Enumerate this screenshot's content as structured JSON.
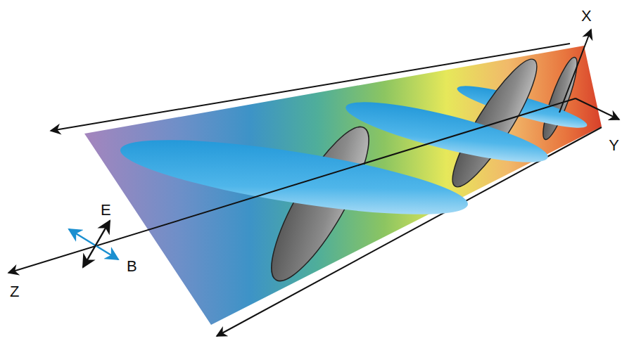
{
  "diagram": {
    "labels": [
      "X",
      "Y",
      "Z",
      "E",
      "B"
    ]
  }
}
